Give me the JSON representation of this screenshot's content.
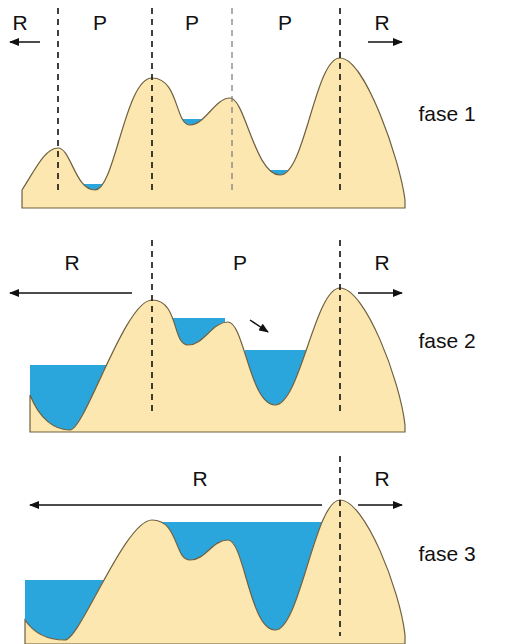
{
  "diagram": {
    "labels": [
      "R",
      "P",
      "P",
      "P",
      "R",
      "fase 1",
      "R",
      "P",
      "R",
      "fase 2",
      "R",
      "R",
      "fase 3"
    ]
  }
}
